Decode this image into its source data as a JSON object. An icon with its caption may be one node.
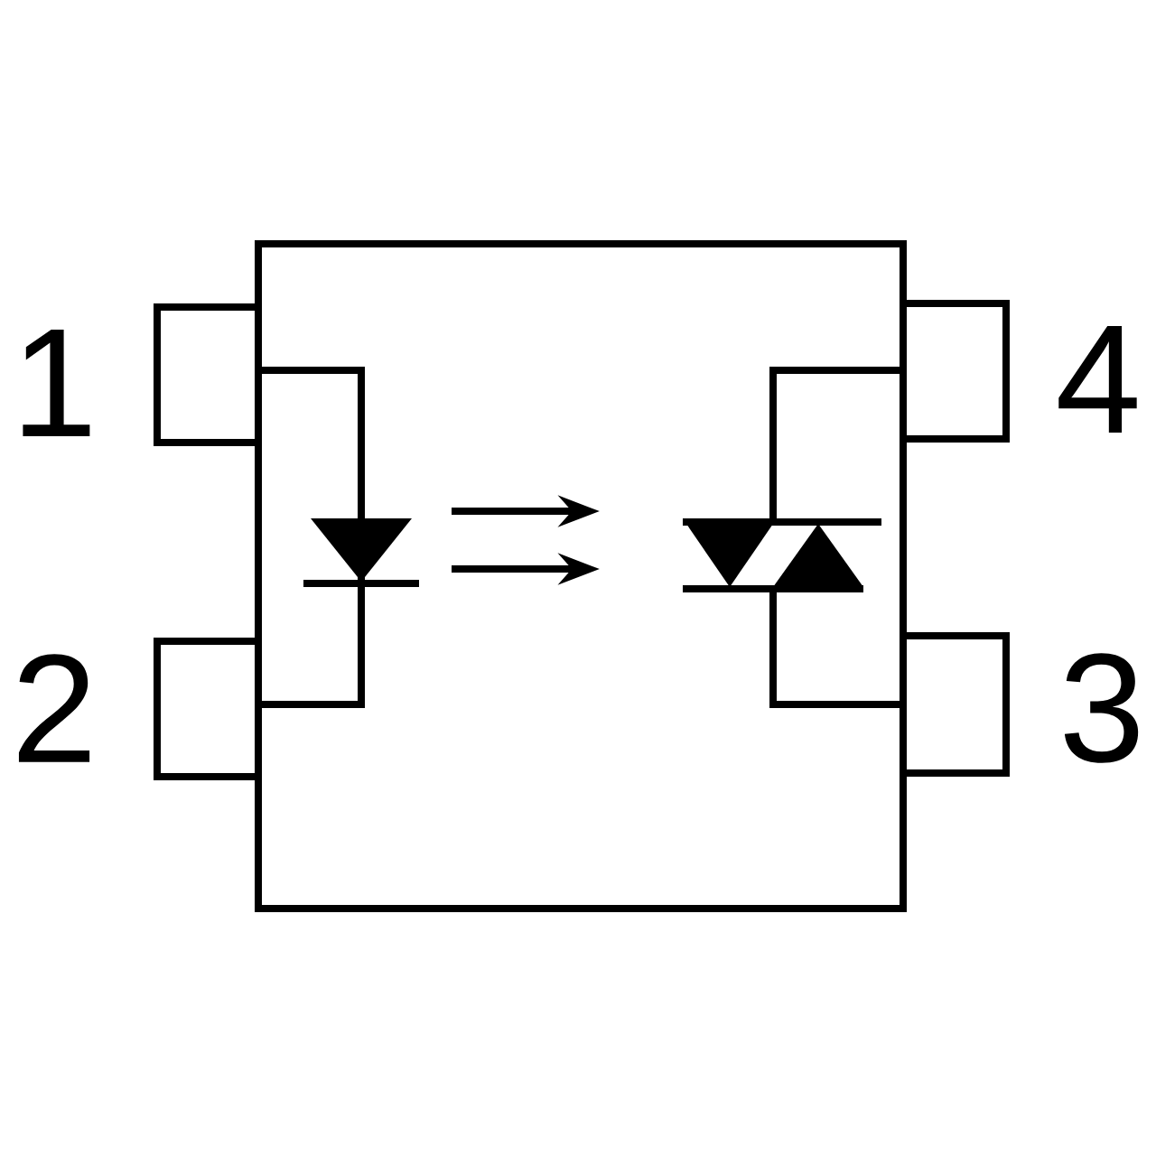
{
  "diagram": {
    "labels": [
      "1",
      "4",
      "2",
      "3"
    ]
  }
}
